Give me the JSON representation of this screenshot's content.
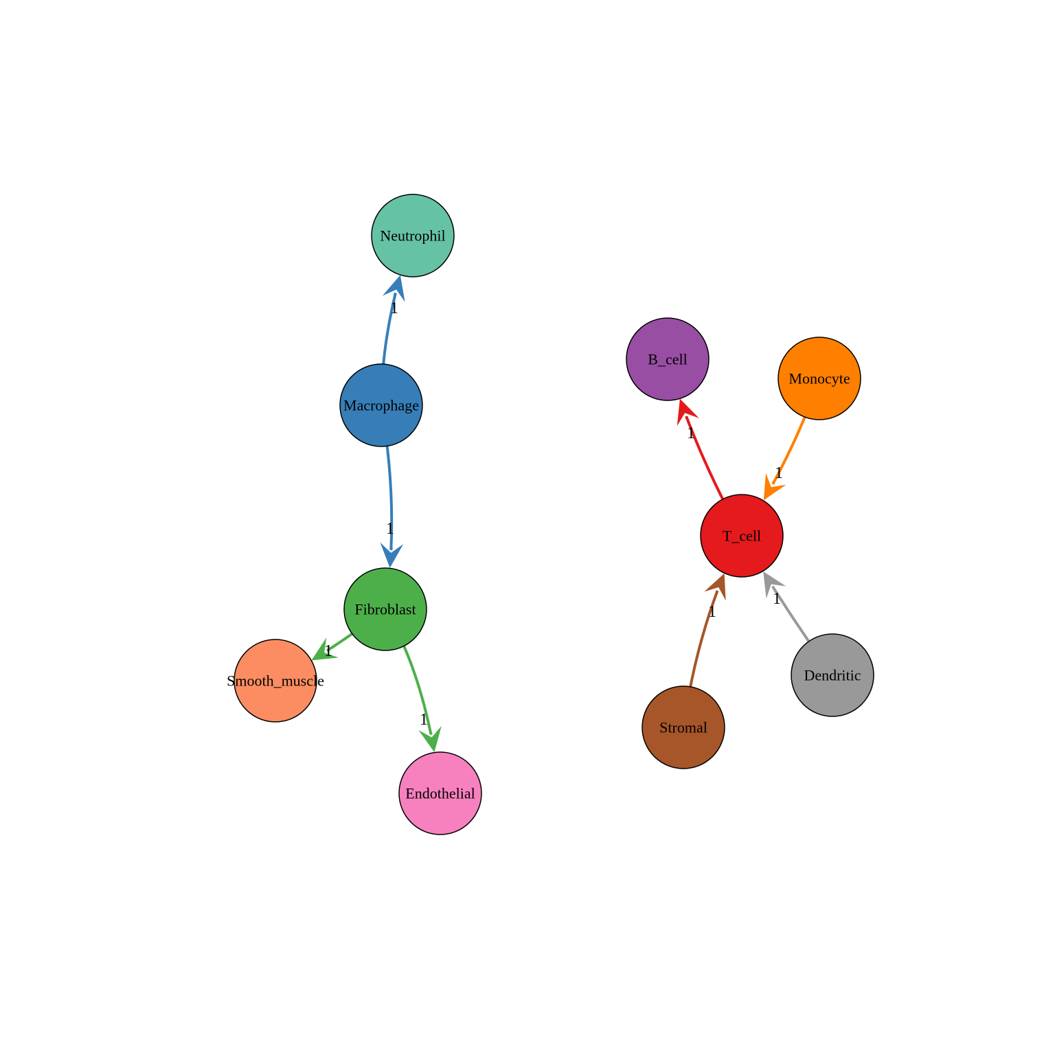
{
  "nodes": [
    {
      "id": "Neutrophil",
      "label": "Neutrophil",
      "color": "#66C2A5"
    },
    {
      "id": "Macrophage",
      "label": "Macrophage",
      "color": "#377EB8"
    },
    {
      "id": "Fibroblast",
      "label": "Fibroblast",
      "color": "#4DAF4A"
    },
    {
      "id": "Smooth_muscle",
      "label": "Smooth_muscle",
      "color": "#FC8D62"
    },
    {
      "id": "Endothelial",
      "label": "Endothelial",
      "color": "#F781BF"
    },
    {
      "id": "B_cell",
      "label": "B_cell",
      "color": "#984EA3"
    },
    {
      "id": "Monocyte",
      "label": "Monocyte",
      "color": "#FF7F00"
    },
    {
      "id": "T_cell",
      "label": "T_cell",
      "color": "#E41A1C"
    },
    {
      "id": "Dendritic",
      "label": "Dendritic",
      "color": "#999999"
    },
    {
      "id": "Stromal",
      "label": "Stromal",
      "color": "#A65628"
    }
  ],
  "edges": [
    {
      "from": "Macrophage",
      "to": "Neutrophil",
      "label": "1",
      "color": "#377EB8"
    },
    {
      "from": "Macrophage",
      "to": "Fibroblast",
      "label": "1",
      "color": "#377EB8"
    },
    {
      "from": "Fibroblast",
      "to": "Smooth_muscle",
      "label": "1",
      "color": "#4DAF4A"
    },
    {
      "from": "Fibroblast",
      "to": "Endothelial",
      "label": "1",
      "color": "#4DAF4A"
    },
    {
      "from": "T_cell",
      "to": "B_cell",
      "label": "1",
      "color": "#E41A1C"
    },
    {
      "from": "Monocyte",
      "to": "T_cell",
      "label": "1",
      "color": "#FF7F00"
    },
    {
      "from": "Dendritic",
      "to": "T_cell",
      "label": "1",
      "color": "#999999"
    },
    {
      "from": "Stromal",
      "to": "T_cell",
      "label": "1",
      "color": "#A65628"
    }
  ]
}
